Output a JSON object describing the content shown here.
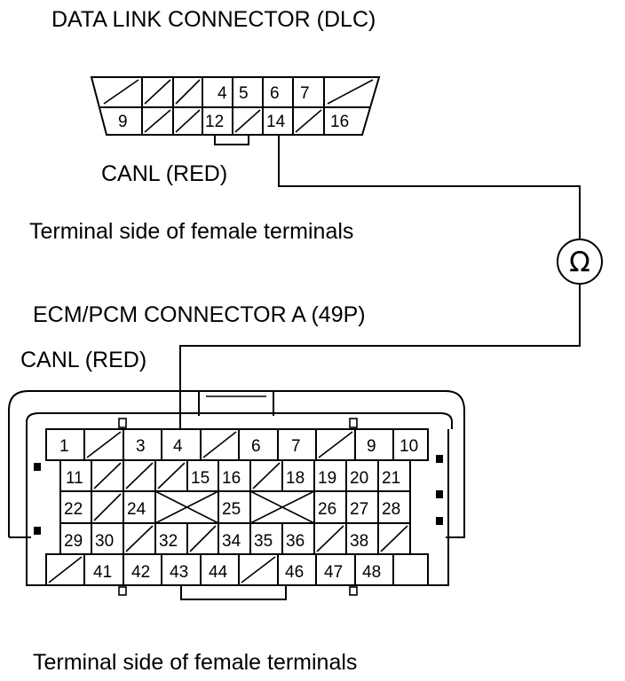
{
  "labels": {
    "dlc_title": "DATA LINK CONNECTOR (DLC)",
    "dlc_wire": "CANL (RED)",
    "dlc_side": "Terminal side of female terminals",
    "ecm_title": "ECM/PCM CONNECTOR A (49P)",
    "ecm_wire": "CANL (RED)",
    "ecm_side": "Terminal side of female terminals",
    "meter_symbol": "Ω"
  },
  "dlc": {
    "rows": [
      [
        "",
        "",
        "",
        "4",
        "5",
        "6",
        "7",
        ""
      ],
      [
        "9",
        "",
        "",
        "12",
        "",
        "14",
        "",
        "16"
      ]
    ]
  },
  "ecm": {
    "rows": [
      [
        "1",
        "",
        "3",
        "4",
        "",
        "6",
        "7",
        "",
        "9",
        "10"
      ],
      [
        "11",
        "",
        "",
        "15",
        "16",
        "",
        "18",
        "19",
        "20",
        "21"
      ],
      [
        "22",
        "",
        "24",
        "25",
        "26",
        "27",
        "28"
      ],
      [
        "29",
        "30",
        "",
        "32",
        "",
        "34",
        "35",
        "36",
        "",
        "38",
        ""
      ],
      [
        "",
        "41",
        "42",
        "43",
        "44",
        "",
        "46",
        "47",
        "48"
      ]
    ]
  }
}
